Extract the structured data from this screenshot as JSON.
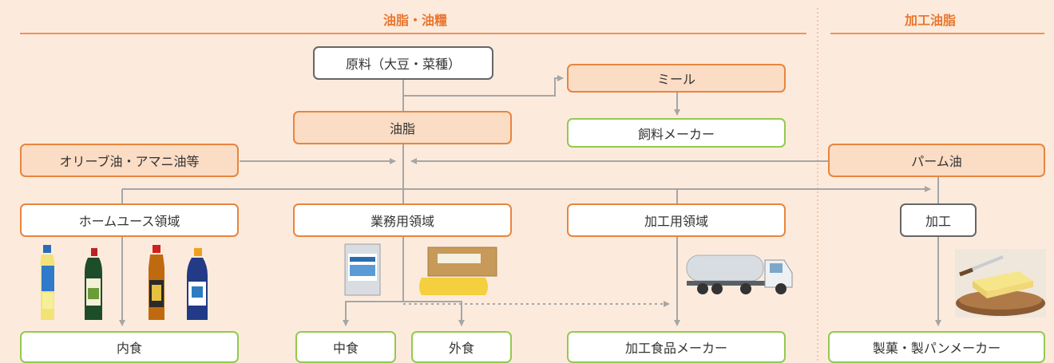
{
  "sections": {
    "oils": "油脂・油糧",
    "processed": "加工油脂"
  },
  "nodes": {
    "raw": "原料（大豆・菜種）",
    "meal": "ミール",
    "oil": "油脂",
    "feed": "飼料メーカー",
    "olive": "オリーブ油・アマニ油等",
    "palm": "パーム油",
    "home": "ホームユース領域",
    "business": "業務用領域",
    "industrial": "加工用領域",
    "processing": "加工",
    "uchi": "内食",
    "naka": "中食",
    "soto": "外食",
    "food_maker": "加工食品メーカー",
    "confectionery": "製菓・製パンメーカー"
  },
  "colors": {
    "background": "#fcebdd",
    "accent": "#e8762f",
    "green_border": "#94c950",
    "arrow": "#a6a6a6"
  },
  "pictures": [
    "oil-bottles",
    "commercial-oil-containers",
    "tanker-truck",
    "butter-block"
  ]
}
